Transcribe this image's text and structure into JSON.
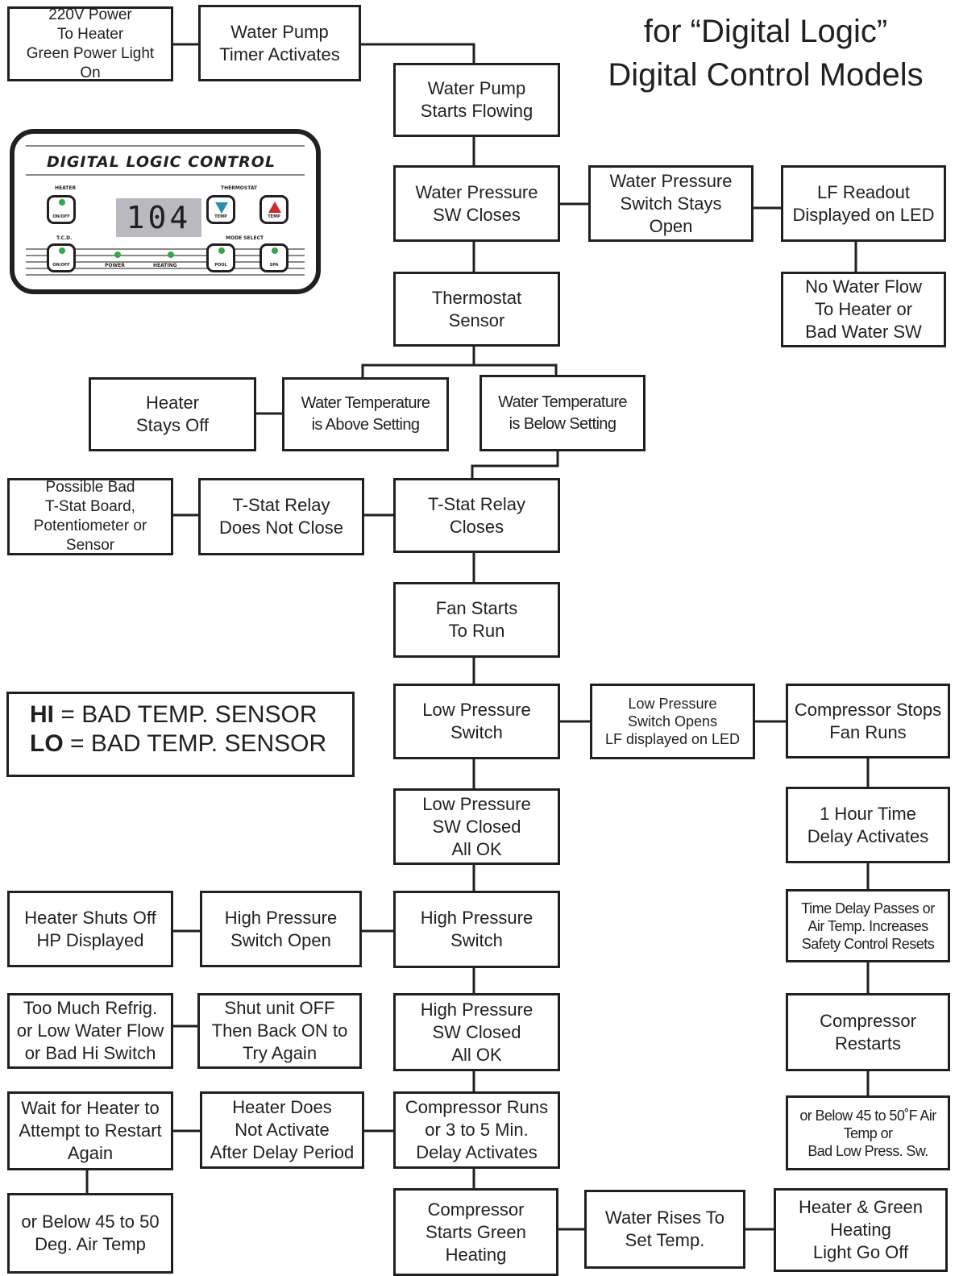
{
  "heading": {
    "line1": "for “Digital Logic”",
    "line2": "Digital Control Models"
  },
  "legend": {
    "hi_key": "HI",
    "hi_text": " = BAD TEMP. SENSOR",
    "lo_key": "LO",
    "lo_text": " = BAD TEMP. SENSOR"
  },
  "panel": {
    "title": "DIGITAL LOGIC CONTROL",
    "display": "104",
    "labels": {
      "heater": "HEATER",
      "tcd": "T.C.D.",
      "thermostat": "THERMOSTAT",
      "mode": "MODE SELECT",
      "power": "POWER",
      "heating": "HEATING"
    },
    "buttons": {
      "heater": "ON/OFF",
      "tcd": "ON/OFF",
      "temp_down": "TEMP",
      "temp_up": "TEMP",
      "pool": "POOL",
      "spa": "SPA"
    },
    "colors": {
      "led": "#3aa54a",
      "down_arrow": "#2a8fa8",
      "up_arrow": "#d0282e",
      "lcd": "#b9b9c0"
    }
  },
  "boxes": {
    "power_in": [
      "220V Power",
      "To Heater",
      "Green Power Light",
      "On"
    ],
    "pump_timer": [
      "Water Pump",
      "Timer Activates"
    ],
    "pump_flow": [
      "Water Pump",
      "Starts  Flowing"
    ],
    "wp_closes": [
      "Water Pressure",
      "SW Closes"
    ],
    "wp_open": [
      "Water Pressure",
      "Switch Stays",
      "Open"
    ],
    "lf_readout": [
      "LF Readout",
      "Displayed on LED"
    ],
    "no_flow": [
      "No Water Flow",
      "To Heater or",
      "Bad Water SW"
    ],
    "thermostat": [
      "Thermostat",
      "Sensor"
    ],
    "stays_off": [
      "Heater",
      "Stays Off"
    ],
    "temp_above": [
      "Water Temperature",
      "is Above Setting"
    ],
    "temp_below": [
      "Water Temperature",
      "is Below Setting"
    ],
    "bad_board": [
      "Possible Bad",
      "T-Stat Board,",
      "Potentiometer or",
      "Sensor"
    ],
    "relay_no": [
      "T-Stat Relay",
      "Does Not Close"
    ],
    "relay_closes": [
      "T-Stat Relay",
      "Closes"
    ],
    "fan_runs": [
      "Fan Starts",
      "To Run"
    ],
    "lp_switch": [
      "Low Pressure",
      "Switch"
    ],
    "lp_opens": [
      "Low Pressure",
      "Switch Opens",
      "LF displayed on LED"
    ],
    "comp_stops": [
      "Compressor Stops",
      "Fan Runs"
    ],
    "lp_ok": [
      "Low Pressure",
      "SW Closed",
      "All OK"
    ],
    "time_delay": [
      "1 Hour Time",
      "Delay Activates"
    ],
    "hp_shuts": [
      "Heater Shuts Off",
      "HP Displayed"
    ],
    "hp_open": [
      "High Pressure",
      "Switch Open"
    ],
    "hp_switch": [
      "High Pressure",
      "Switch"
    ],
    "delay_passes": [
      "Time Delay Passes or",
      "Air Temp. Increases",
      "Safety Control Resets"
    ],
    "too_much": [
      "Too Much Refrig.",
      "or Low Water Flow",
      "or Bad Hi Switch"
    ],
    "shut_off": [
      "Shut unit OFF",
      "Then Back ON to",
      "Try Again"
    ],
    "hp_ok": [
      "High Pressure",
      "SW Closed",
      "All OK"
    ],
    "comp_restarts": [
      "Compressor",
      "Restarts"
    ],
    "wait_restart": [
      "Wait for Heater to",
      "Attempt to Restart",
      "Again"
    ],
    "no_activate": [
      "Heater Does",
      "Not Activate",
      "After Delay Period"
    ],
    "comp_runs": [
      "Compressor Runs",
      "or 3 to 5 Min.",
      "Delay Activates"
    ],
    "below_air": [
      "or Below 45 to 50˚F Air",
      "Temp or",
      "Bad Low Press. Sw."
    ],
    "below_deg": [
      "or Below 45 to 50",
      "Deg. Air Temp"
    ],
    "comp_starts": [
      "Compressor",
      "Starts Green",
      "Heating"
    ],
    "water_rises": [
      "Water Rises To",
      "Set Temp."
    ],
    "heater_off": [
      "Heater &  Green",
      "Heating",
      "Light Go Off"
    ]
  }
}
